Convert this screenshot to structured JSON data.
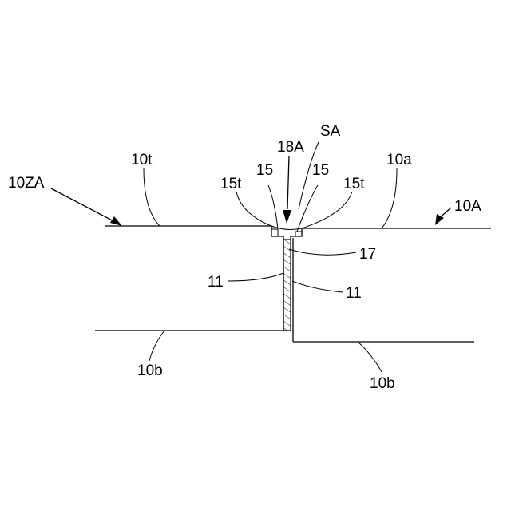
{
  "labels": {
    "sa": "SA",
    "l18a": "18A",
    "l10t": "10t",
    "l10a": "10a",
    "l10za": "10ZA",
    "l15_left": "15",
    "l15_right": "15",
    "l15t_left": "15t",
    "l15t_right": "15t",
    "l10A": "10A",
    "l17": "17",
    "l11_left": "11",
    "l11_right": "11",
    "l10b_left": "10b",
    "l10b_right": "10b"
  }
}
